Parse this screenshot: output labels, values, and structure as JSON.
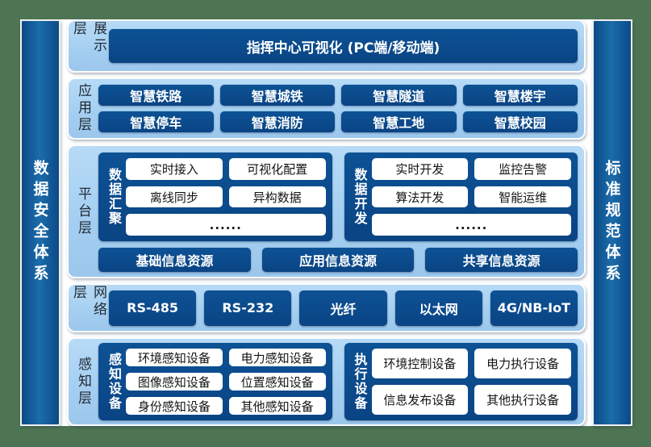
{
  "colors": {
    "frame_green": "#4e7553",
    "panel_light_blue": "#a9d1f1",
    "box_dark_blue": "#0b4a8c",
    "pillar_blue": "#1c6cab",
    "white_box": "#ffffff"
  },
  "sidebar_left": {
    "label": "数据安全体系"
  },
  "sidebar_right": {
    "label": "标准规范体系"
  },
  "display": {
    "label": "展示层",
    "title": "指挥中心可视化 (PC端/移动端)"
  },
  "application": {
    "label": "应用层",
    "items": [
      "智慧铁路",
      "智慧城铁",
      "智慧隧道",
      "智慧楼宇",
      "智慧停车",
      "智慧消防",
      "智慧工地",
      "智慧校园"
    ]
  },
  "platform": {
    "label": "平台层",
    "groups": [
      {
        "label": "数据汇聚",
        "items": [
          "实时接入",
          "可视化配置",
          "离线同步",
          "异构数据",
          "......"
        ]
      },
      {
        "label": "数据开发",
        "items": [
          "实时开发",
          "监控告警",
          "算法开发",
          "智能运维",
          "......"
        ]
      }
    ],
    "resources": [
      "基础信息资源",
      "应用信息资源",
      "共享信息资源"
    ]
  },
  "network": {
    "label": "网络层",
    "items": [
      "RS-485",
      "RS-232",
      "光纤",
      "以太网",
      "4G/NB-IoT"
    ]
  },
  "perception": {
    "label": "感知层",
    "groups": [
      {
        "label": "感知设备",
        "items": [
          "环境感知设备",
          "电力感知设备",
          "图像感知设备",
          "位置感知设备",
          "身份感知设备",
          "其他感知设备"
        ]
      },
      {
        "label": "执行设备",
        "items": [
          "环境控制设备",
          "电力执行设备",
          "信息发布设备",
          "其他执行设备"
        ]
      }
    ]
  }
}
